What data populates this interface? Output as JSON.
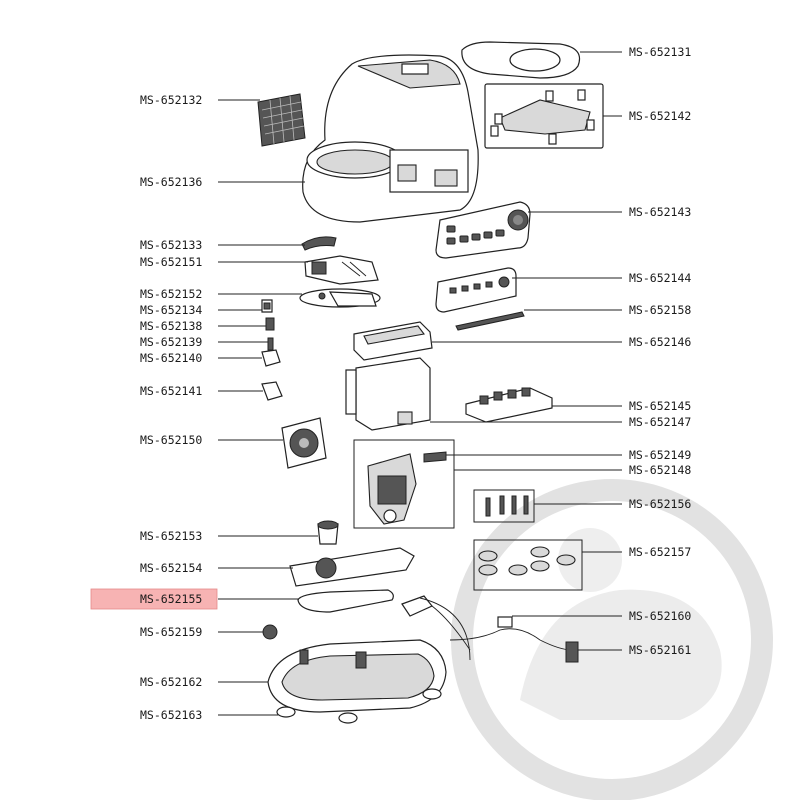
{
  "diagram": {
    "highlight_color": "#f7b3b3",
    "highlighted_label": "MS-652155",
    "labels": [
      {
        "id": "MS-652131",
        "text": "MS-652131"
      },
      {
        "id": "MS-652132",
        "text": "MS-652132"
      },
      {
        "id": "MS-652142",
        "text": "MS-652142"
      },
      {
        "id": "MS-652136",
        "text": "MS-652136"
      },
      {
        "id": "MS-652143",
        "text": "MS-652143"
      },
      {
        "id": "MS-652133",
        "text": "MS-652133"
      },
      {
        "id": "MS-652151",
        "text": "MS-652151"
      },
      {
        "id": "MS-652144",
        "text": "MS-652144"
      },
      {
        "id": "MS-652152",
        "text": "MS-652152"
      },
      {
        "id": "MS-652134",
        "text": "MS-652134"
      },
      {
        "id": "MS-652158",
        "text": "MS-652158"
      },
      {
        "id": "MS-652138",
        "text": "MS-652138"
      },
      {
        "id": "MS-652139",
        "text": "MS-652139"
      },
      {
        "id": "MS-652146",
        "text": "MS-652146"
      },
      {
        "id": "MS-652140",
        "text": "MS-652140"
      },
      {
        "id": "MS-652141",
        "text": "MS-652141"
      },
      {
        "id": "MS-652145",
        "text": "MS-652145"
      },
      {
        "id": "MS-652147",
        "text": "MS-652147"
      },
      {
        "id": "MS-652150",
        "text": "MS-652150"
      },
      {
        "id": "MS-652149",
        "text": "MS-652149"
      },
      {
        "id": "MS-652148",
        "text": "MS-652148"
      },
      {
        "id": "MS-652156",
        "text": "MS-652156"
      },
      {
        "id": "MS-652153",
        "text": "MS-652153"
      },
      {
        "id": "MS-652157",
        "text": "MS-652157"
      },
      {
        "id": "MS-652154",
        "text": "MS-652154"
      },
      {
        "id": "MS-652155",
        "text": "MS-652155"
      },
      {
        "id": "MS-652160",
        "text": "MS-652160"
      },
      {
        "id": "MS-652159",
        "text": "MS-652159"
      },
      {
        "id": "MS-652161",
        "text": "MS-652161"
      },
      {
        "id": "MS-652162",
        "text": "MS-652162"
      },
      {
        "id": "MS-652163",
        "text": "MS-652163"
      }
    ]
  }
}
